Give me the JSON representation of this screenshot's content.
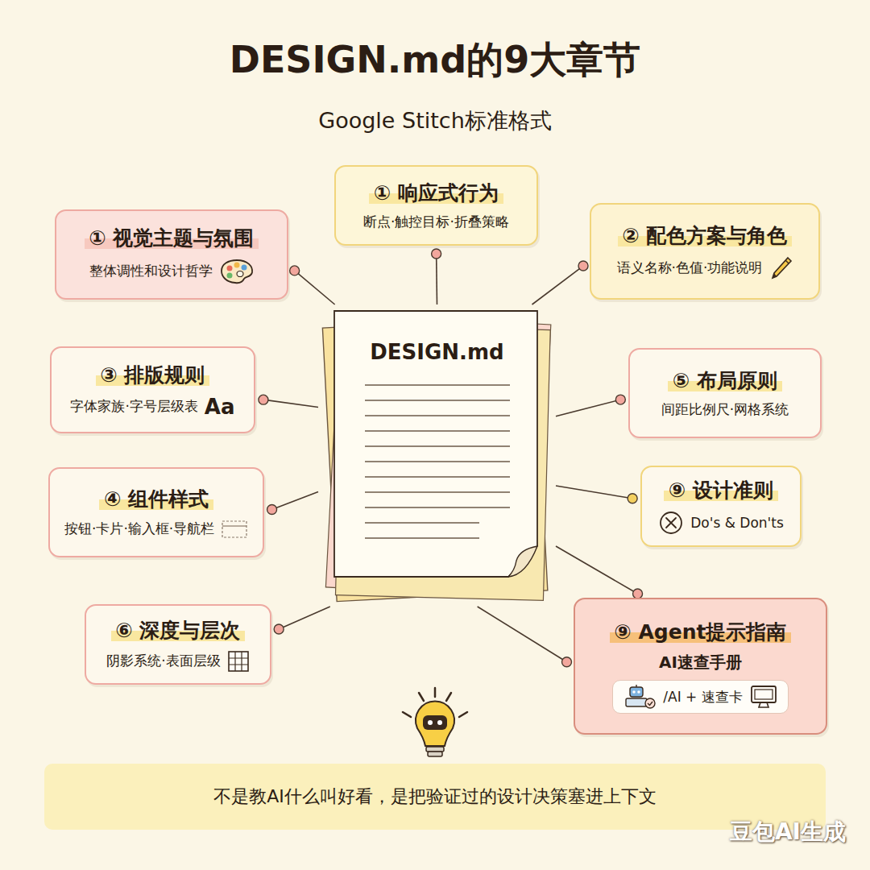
{
  "diagram": {
    "title": "DESIGN.md的9大章节",
    "caption": "Google Stitch标准格式",
    "nodes": [
      {
        "text": [
          "① 响应式行为",
          "断点·触控目标·折叠策略"
        ]
      },
      {
        "text": [
          "① 视觉主题与氛围",
          "整体调性和设计哲学"
        ]
      },
      {
        "text": [
          "② 配色方案与角色",
          "语义名称·色值·功能说明"
        ]
      },
      {
        "text": [
          "DESIGN.md"
        ]
      },
      {
        "text": [
          "③ 排版规则",
          "字体家族·字号层级表",
          "Aa"
        ]
      },
      {
        "text": [
          "⑤ 布局原则",
          "间距比例尺·网格系统"
        ]
      },
      {
        "text": [
          "④ 组件样式",
          "按钮·卡片·输入框·导航栏"
        ]
      },
      {
        "text": [
          "⑨ 设计准则",
          "Do's & Don'ts"
        ]
      },
      {
        "text": [
          "⑥ 深度与层次",
          "阴影系统·表面层级"
        ]
      },
      {
        "text": [
          "⑨ Agent提示指南",
          "AI速查手册",
          "/AI + 速查卡"
        ]
      },
      {
        "text": [
          "不是教AI什么叫好看，是把验证过的设计决策塞进上下文"
        ]
      }
    ],
    "edges": [
      {
        "from": 3,
        "to": 0,
        "arrow": "none"
      },
      {
        "from": 3,
        "to": 1,
        "arrow": "none"
      },
      {
        "from": 3,
        "to": 2,
        "arrow": "none"
      },
      {
        "from": 3,
        "to": 4,
        "arrow": "none"
      },
      {
        "from": 3,
        "to": 5,
        "arrow": "none"
      },
      {
        "from": 3,
        "to": 6,
        "arrow": "none"
      },
      {
        "from": 3,
        "to": 7,
        "arrow": "none"
      },
      {
        "from": 3,
        "to": 8,
        "arrow": "none"
      },
      {
        "from": 3,
        "to": 9,
        "arrow": "none"
      },
      {
        "from": 3,
        "to": 9,
        "arrow": "none"
      }
    ],
    "labels": [
      "豆包AI生成"
    ]
  }
}
